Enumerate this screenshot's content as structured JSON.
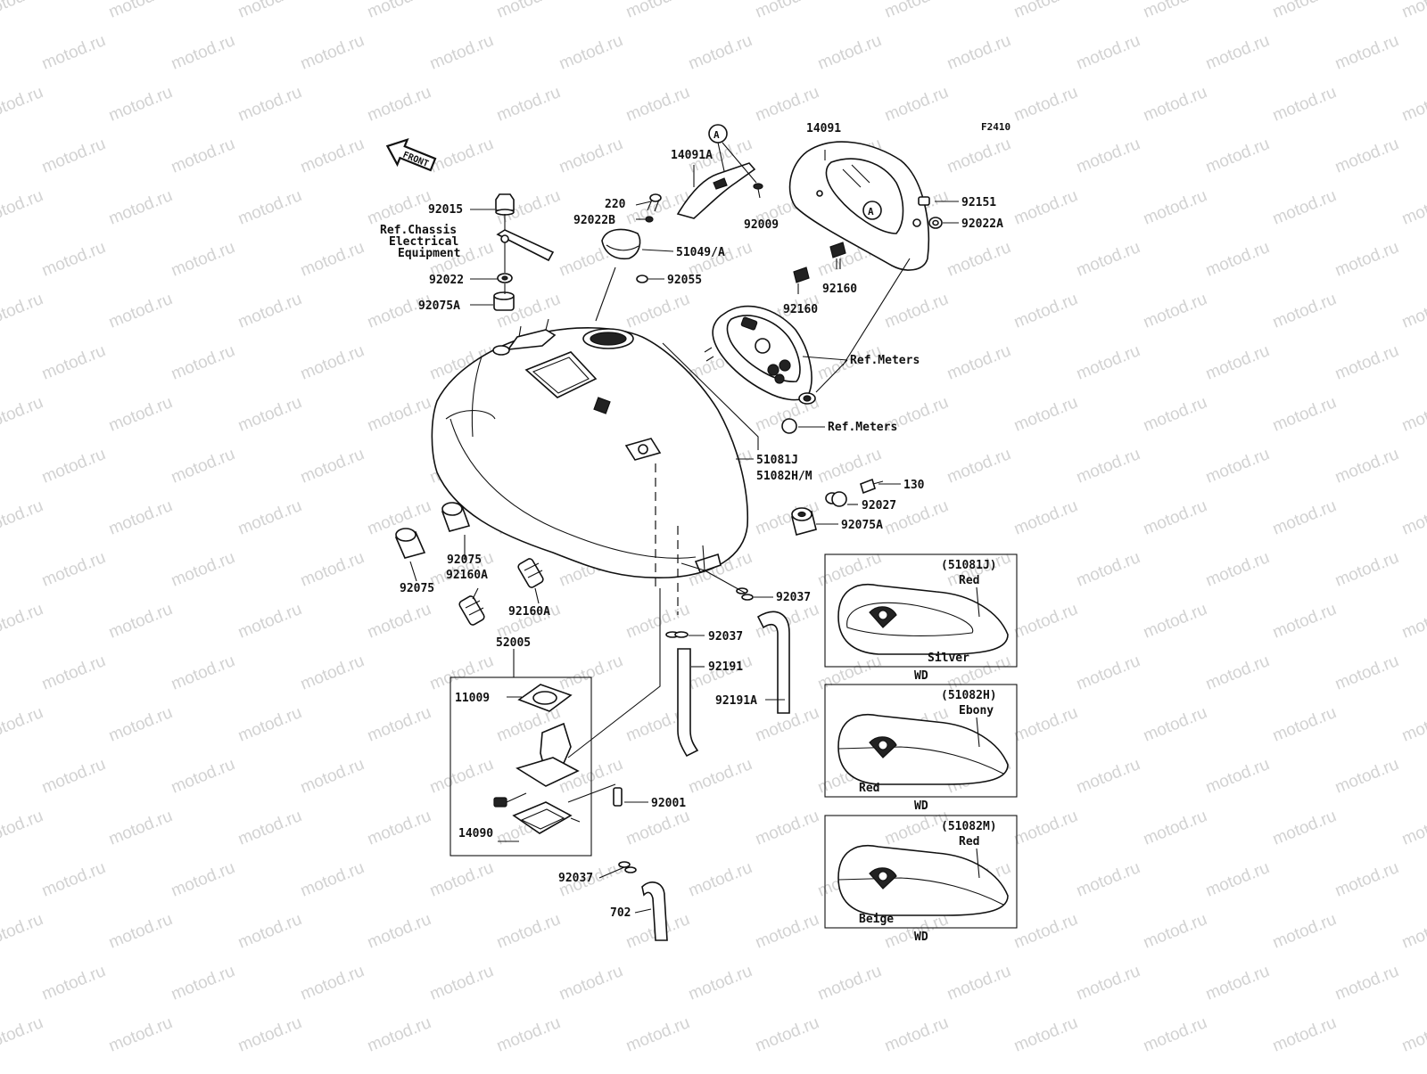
{
  "watermark": "motod.ru",
  "diagram_code": "F2410",
  "front_arrow": "FRONT",
  "callouts": {
    "p14091": "14091",
    "p14091A": "14091A",
    "circleA1": "A",
    "circleA2": "A",
    "p92151": "92151",
    "p92022A": "92022A",
    "p220": "220",
    "p92022B": "92022B",
    "p92009": "92009",
    "p92015": "92015",
    "ref_chassis_1": "Ref.Chassis",
    "ref_chassis_2": "Electrical",
    "ref_chassis_3": "Equipment",
    "p51049A": "51049/A",
    "p92022": "92022",
    "p92055": "92055",
    "p92160a": "92160",
    "p92160b": "92160",
    "p92075A_top": "92075A",
    "ref_meters_1": "Ref.Meters",
    "ref_meters_2": "Ref.Meters",
    "p51081J": "51081J",
    "p51082HM": "51082H/M",
    "p130": "130",
    "p92027": "92027",
    "p92075A_bot": "92075A",
    "p92075_a": "92075",
    "p92075_b": "92075",
    "p92160A_a": "92160A",
    "p92160A_b": "92160A",
    "p92037_a": "92037",
    "p92037_b": "92037",
    "p92037_c": "92037",
    "p52005": "52005",
    "p11009": "11009",
    "p92191": "92191",
    "p92191A": "92191A",
    "p92001": "92001",
    "p14090": "14090",
    "p702": "702"
  },
  "variants": [
    {
      "code": "(51081J)",
      "color_a": "Red",
      "color_b": "Silver",
      "region": "WD"
    },
    {
      "code": "(51082H)",
      "color_a": "Ebony",
      "color_b": "Red",
      "region": "WD"
    },
    {
      "code": "(51082M)",
      "color_a": "Red",
      "color_b": "Beige",
      "region": "WD"
    }
  ]
}
